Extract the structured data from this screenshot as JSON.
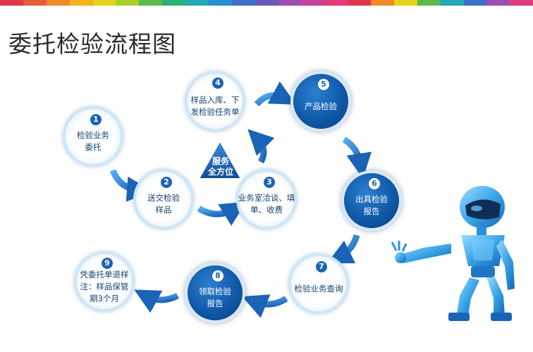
{
  "page": {
    "title": "委托检验流程图"
  },
  "colors": {
    "strip": [
      "#e2344a",
      "#e85c3a",
      "#ef8a2a",
      "#f4b21e",
      "#e8d21a",
      "#a8cf2c",
      "#5fb84a",
      "#2fae7a",
      "#23a8b4",
      "#2a8fd2",
      "#3d6fc8",
      "#6a58b8",
      "#9a4fb0",
      "#c8449c",
      "#e23c7c",
      "#e2344a",
      "#ef8a2a",
      "#e8d21a",
      "#5fb84a",
      "#23a8b4",
      "#3d6fc8",
      "#9a4fb0",
      "#e23c7c"
    ],
    "node_blue": "#1059a8",
    "arrow": "#2a7fd2",
    "triangle": "#1a63b6"
  },
  "center": {
    "label": "服务\n全方位"
  },
  "steps": [
    {
      "num": "1",
      "label": "检验业务\n委托",
      "style": "white"
    },
    {
      "num": "2",
      "label": "送交检验\n样品",
      "style": "white"
    },
    {
      "num": "3",
      "label": "业务室洽谈、填\n单、收费",
      "style": "white"
    },
    {
      "num": "4",
      "label": "样品入库、下\n发检验任务单",
      "style": "white"
    },
    {
      "num": "5",
      "label": "产品检验",
      "style": "blue"
    },
    {
      "num": "6",
      "label": "出具检验\n报告",
      "style": "blue"
    },
    {
      "num": "7",
      "label": "检验业务查询",
      "style": "white"
    },
    {
      "num": "8",
      "label": "领取检验\n报告",
      "style": "blue"
    },
    {
      "num": "9",
      "label": "凭委托单退样\n注：样品保管\n期3个月",
      "style": "white"
    }
  ]
}
